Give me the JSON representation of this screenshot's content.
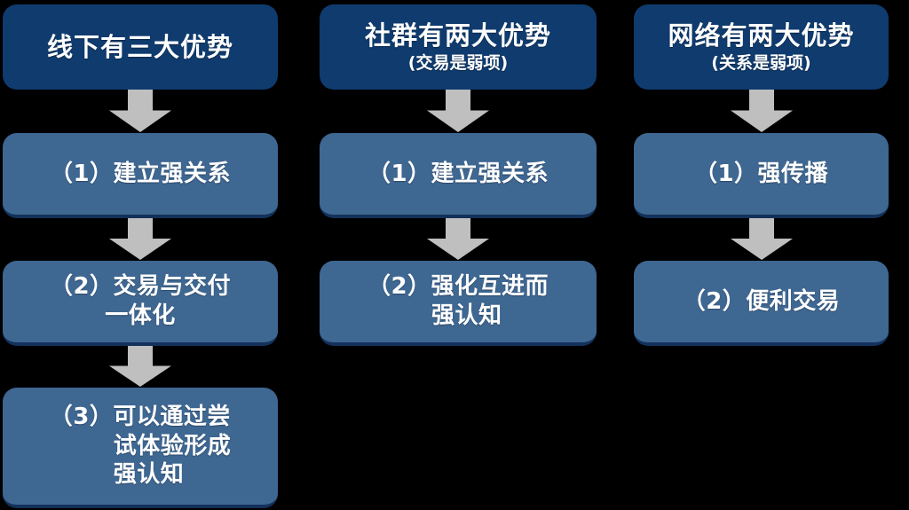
{
  "diagram": {
    "type": "flow-columns",
    "background": "#000000",
    "header_color": "#0F3B6E",
    "step_color": "#3E6792",
    "step_shadow_color": "#13315A",
    "arrow_color": "#BFBFBF",
    "text_color": "#FFFFFF",
    "columns": [
      {
        "id": "offline",
        "header": {
          "main": "线下有三大优势",
          "sub": ""
        },
        "steps": [
          {
            "lines": [
              "（1）建立强关系"
            ],
            "align": "center"
          },
          {
            "lines": [
              "（2）交易与交付",
              "一体化"
            ],
            "align": "center"
          },
          {
            "lines": [
              "（3）可以通过尝",
              "试体验形成",
              "强认知"
            ],
            "align": "hang"
          }
        ],
        "arrow_labels": [
          "arrow-down",
          "arrow-down",
          "arrow-down"
        ]
      },
      {
        "id": "community",
        "header": {
          "main": "社群有两大优势",
          "sub": "(交易是弱项)"
        },
        "steps": [
          {
            "lines": [
              "（1）建立强关系"
            ],
            "align": "center"
          },
          {
            "lines": [
              "（2）强化互进而",
              "强认知"
            ],
            "align": "hang"
          }
        ],
        "arrow_labels": [
          "arrow-down",
          "arrow-down"
        ]
      },
      {
        "id": "network",
        "header": {
          "main": "网络有两大优势",
          "sub": "(关系是弱项)"
        },
        "steps": [
          {
            "lines": [
              "（1）强传播"
            ],
            "align": "center"
          },
          {
            "lines": [
              "（2）便利交易"
            ],
            "align": "center"
          }
        ],
        "arrow_labels": [
          "arrow-down",
          "arrow-down"
        ]
      }
    ]
  }
}
